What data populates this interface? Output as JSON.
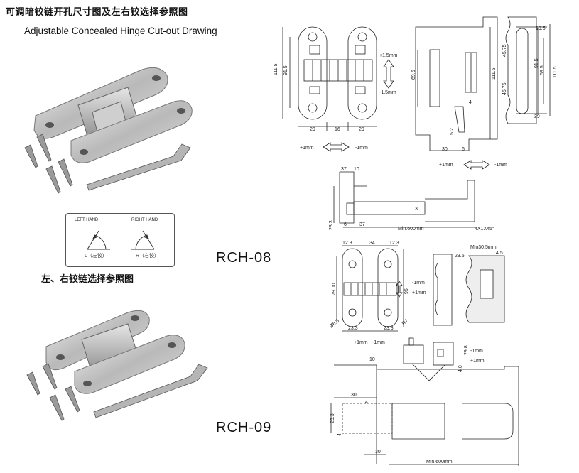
{
  "header": {
    "title_cn": "可调暗铰链开孔尺寸图及左右铰选择参照图",
    "title_en": "Adjustable Concealed Hinge Cut-out Drawing"
  },
  "models": {
    "rch08": "RCH-08",
    "rch09": "RCH-09"
  },
  "hand_selector": {
    "left_hand": "LEFT HAND",
    "right_hand": "RIGHT HAND",
    "left_cn": "L（左铰）",
    "right_cn": "R（右铰）",
    "caption": "左、右铰链选择参照图"
  },
  "rch08_front": {
    "d_111_5": "111.5",
    "d_91_5": "91.5",
    "plus_1_5": "+1.5mm",
    "minus_1_5": "-1.5mm",
    "w_29a": "29",
    "w_16": "16",
    "w_29b": "29",
    "plus_1": "+1mm",
    "minus_1": "-1mm"
  },
  "rch08_side": {
    "d_69_5": "69.5",
    "d_111_5": "111.5",
    "d_4": "4",
    "d_5_2": "5.2",
    "d_30": "30",
    "d_6": "6",
    "plus_1": "+1mm",
    "minus_1": "-1mm"
  },
  "rch08_cutout": {
    "d_19_5": "19.5",
    "d_45_75a": "45.75",
    "d_91_5": "91.5",
    "d_69_5": "69.5",
    "d_111_5": "111.5",
    "d_45_75b": "45.75",
    "d_29": "29"
  },
  "rch08_top": {
    "d_37": "37",
    "d_10": "10",
    "d_3": "3",
    "d_23_3": "23.3",
    "d_6": "6",
    "d_37b": "37",
    "min": "Min.600mm",
    "chamfer": "4X1X45°"
  },
  "rch09_front": {
    "d_12_3a": "12.3",
    "d_34": "34",
    "d_12_3b": "12.3",
    "d_79": "79.00",
    "d_95": "95",
    "minus_1": "-1mm",
    "plus_1": "+1mm",
    "phi": "Ø6.5",
    "r": "R7",
    "d_23_3a": "23.3",
    "d_23_3b": "23.3",
    "plus_1b": "+1mm",
    "minus_1b": "-1mm"
  },
  "rch09_side": {
    "d_23_5": "23.5",
    "min30": "Min30.5mm",
    "d_4_5": "4.5"
  },
  "rch09_adjust": {
    "minus_1": "-1mm",
    "plus_1": "+1mm",
    "d_4_0": "4.0",
    "d_29_8": "29.8"
  },
  "rch09_top": {
    "d_10": "10",
    "d_30": "30",
    "d_4": "4",
    "d_23_3": "23.3",
    "d_4b": "4",
    "d_30b": "30",
    "min": "Min.600mm"
  }
}
